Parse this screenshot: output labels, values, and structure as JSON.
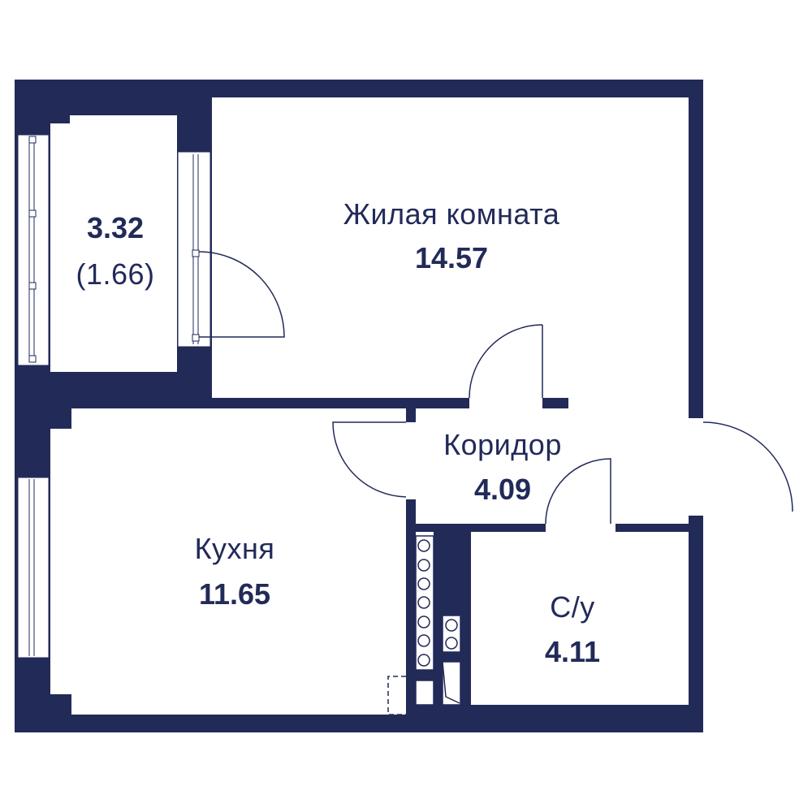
{
  "colors": {
    "wall": "#222a58",
    "background": "#ffffff"
  },
  "rooms": {
    "balcony": {
      "area": "3.32",
      "reduced_area": "(1.66)"
    },
    "living": {
      "name": "Жилая комната",
      "area": "14.57"
    },
    "corridor": {
      "name": "Коридор",
      "area": "4.09"
    },
    "kitchen": {
      "name": "Кухня",
      "area": "11.65"
    },
    "bathroom": {
      "name": "С/у",
      "area": "4.11"
    }
  }
}
